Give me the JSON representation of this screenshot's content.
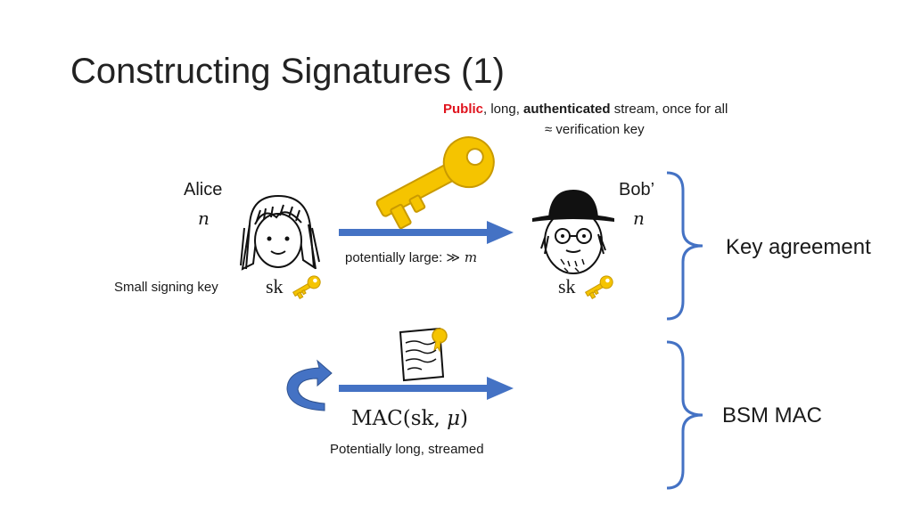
{
  "slide": {
    "title": "Constructing Signatures (1)",
    "stream_note": {
      "public": "Public",
      "sep1": ", long, ",
      "authenticated": "authenticated",
      "rest": " stream, once for all",
      "line2_symbol": "≈",
      "line2_text": " verification key"
    },
    "alice": {
      "name": "Alice",
      "var": "n"
    },
    "bob": {
      "name": "Bob’",
      "var": "n"
    },
    "small_signing_key": "Small signing key",
    "alice_sk": "sk",
    "bob_sk": "sk",
    "potentially_large": "potentially large: ",
    "potentially_large_math": "≫ ",
    "potentially_large_var": "m",
    "key_agreement": "Key agreement",
    "mac_label": {
      "prefix": "MAC(sk, ",
      "mu": "μ",
      "suffix": ")"
    },
    "potentially_long": "Potentially long, streamed",
    "bsm_mac": "BSM MAC"
  },
  "colors": {
    "arrow": "#4472c4",
    "brace": "#4472c4",
    "key_gold": "#f5c400",
    "public_red": "#e0141e"
  },
  "icons": [
    "big-gold-key-icon",
    "small-key-icon",
    "alice-face-icon",
    "bob-face-icon",
    "certificate-icon",
    "curved-arrow-icon"
  ]
}
